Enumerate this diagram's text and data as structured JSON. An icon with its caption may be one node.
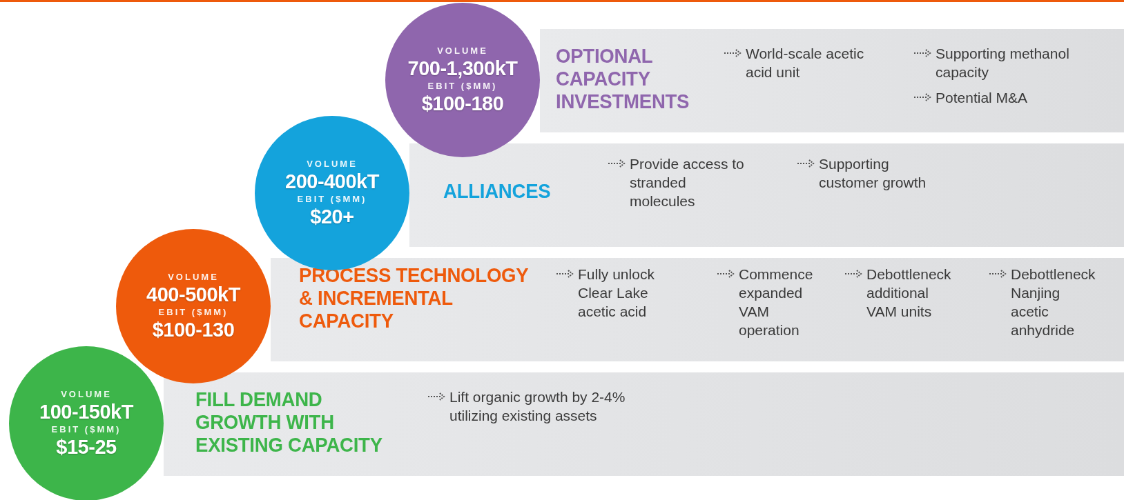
{
  "diagram": {
    "nodes": [
      {
        "text": [
          "VOLUME",
          "700-1,300kT",
          "EBIT ($MM)",
          "$100-180"
        ]
      },
      {
        "text": [
          "OPTIONAL CAPACITY INVESTMENTS",
          "World-scale acetic acid unit",
          "Supporting methanol capacity",
          "Potential M&A"
        ]
      },
      {
        "text": [
          "VOLUME",
          "200-400kT",
          "EBIT ($MM)",
          "$20+"
        ]
      },
      {
        "text": [
          "ALLIANCES",
          "Provide access to stranded molecules",
          "Supporting customer growth"
        ]
      },
      {
        "text": [
          "VOLUME",
          "400-500kT",
          "EBIT ($MM)",
          "$100-130"
        ]
      },
      {
        "text": [
          "PROCESS TECHNOLOGY & INCREMENTAL CAPACITY",
          "Fully unlock Clear Lake acetic acid",
          "Commence expanded VAM operation",
          "Debottleneck additional VAM units",
          "Debottleneck Nanjing acetic anhydride"
        ]
      },
      {
        "text": [
          "VOLUME",
          "100-150kT",
          "EBIT ($MM)",
          "$15-25"
        ]
      },
      {
        "text": [
          "FILL DEMAND GROWTH WITH EXISTING CAPACITY",
          "Lift organic growth by 2-4% utilizing existing assets"
        ]
      }
    ]
  }
}
